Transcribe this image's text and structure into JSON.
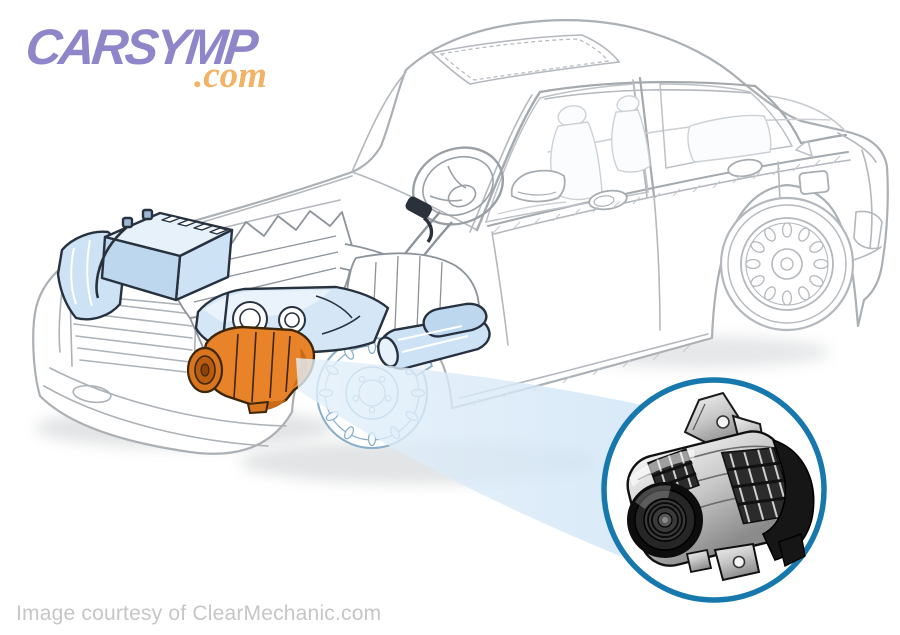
{
  "logo": {
    "brand": "CARSYMP",
    "tld": ".com",
    "brand_color": "#8f86ca",
    "tld_color": "#f3b264"
  },
  "caption": {
    "text": "Image courtesy of ClearMechanic.com",
    "color": "#c6c6c6"
  },
  "illustration": {
    "subject": "sedan cutaway line drawing, front three-quarter view",
    "line_color": "#abb0b5",
    "engine_line_color": "#8d939a",
    "highlighted_part": "alternator",
    "highlight_orange": "#e8832a",
    "highlight_blue_fill": "#cde2f4",
    "highlight_outline": "#27313f",
    "blue_tinted_parts": [
      "washer-reservoir",
      "battery",
      "headlight-assembly",
      "starter-motor",
      "front-brake-disc"
    ],
    "callout": {
      "shape": "circle",
      "border_color": "#1778ad",
      "beam_color": "#d6e8f7",
      "content": "alternator detail rendering"
    }
  }
}
